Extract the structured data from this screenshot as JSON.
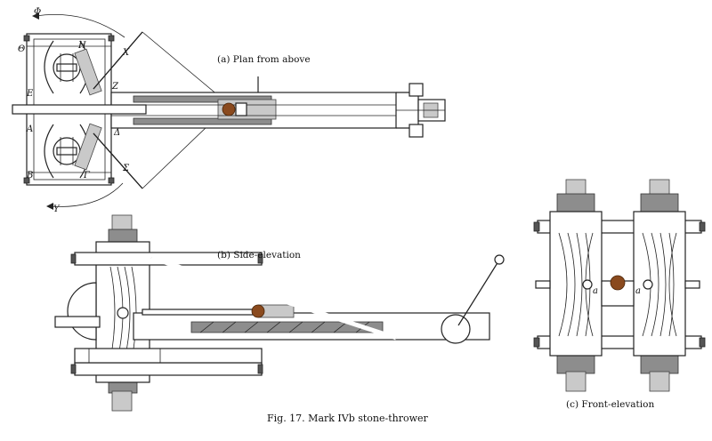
{
  "labels": {
    "plan": "(a) Plan from above",
    "side": "(b) Side-elevation",
    "front": "(c) Front-elevation",
    "caption": "Fig. 17. Mark IVb stone-thrower"
  },
  "plan_letters": {
    "phi": "Φ",
    "theta": "Θ",
    "H": "H",
    "X": "X",
    "E": "E",
    "Z": "Z",
    "A": "A",
    "delta": "Δ",
    "B": "B",
    "gamma": "Γ",
    "sigma": "Σ",
    "Y": "Y"
  },
  "front_letters": {
    "a_left": "a",
    "a_right": "a"
  },
  "colors": {
    "stone": "#8a4a1e",
    "grey_fill": "#8d8d8d",
    "light_grey": "#c9c9c9"
  }
}
